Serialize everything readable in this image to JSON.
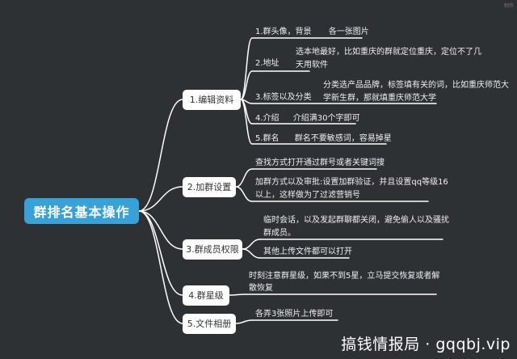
{
  "root": {
    "label": "群排名基本操作"
  },
  "branches": [
    {
      "label": "1.编辑资料",
      "children": [
        {
          "key": "1.群头像，背景",
          "value": "各一张图片"
        },
        {
          "key": "2.地址",
          "value": [
            "选本地最好，比如重庆的群就定位重庆，定位不了几",
            "天用软件"
          ]
        },
        {
          "key": "3.标签以及分类",
          "value": [
            "分类选产品品牌，标签填有关的词，比如重庆师范大",
            "学新生群，那就填重庆师范大学"
          ]
        },
        {
          "key": "4.介绍",
          "value": "介绍满30个字即可"
        },
        {
          "key": "5.群名",
          "value": "群名不要敏感词，容易掉星"
        }
      ]
    },
    {
      "label": "2.加群设置",
      "children": [
        {
          "value": "查找方式打开通过群号或者关键词搜"
        },
        {
          "value": [
            "加群方式以及审批:设置加群验证，并且设置qq等级16",
            "以上，这样做为了过滤营销号"
          ]
        }
      ]
    },
    {
      "label": "3.群成员权限",
      "children": [
        {
          "value": [
            "临时会话，以及发起群聊都关闭，避免偷人以及骚扰",
            "群成员。"
          ]
        },
        {
          "value": "其他上传文件都可以打开"
        }
      ]
    },
    {
      "label": "4.群星级",
      "children": [
        {
          "value": [
            "时刻注意群星级，如果不到5星，立马提交恢复或者解",
            "散恢复"
          ]
        }
      ]
    },
    {
      "label": "5.文件相册",
      "children": [
        {
          "value": "各弄3张照片上传即可"
        }
      ]
    }
  ],
  "watermark": "搞钱情报局 · gqqbj.vip",
  "corner_text": "制作"
}
